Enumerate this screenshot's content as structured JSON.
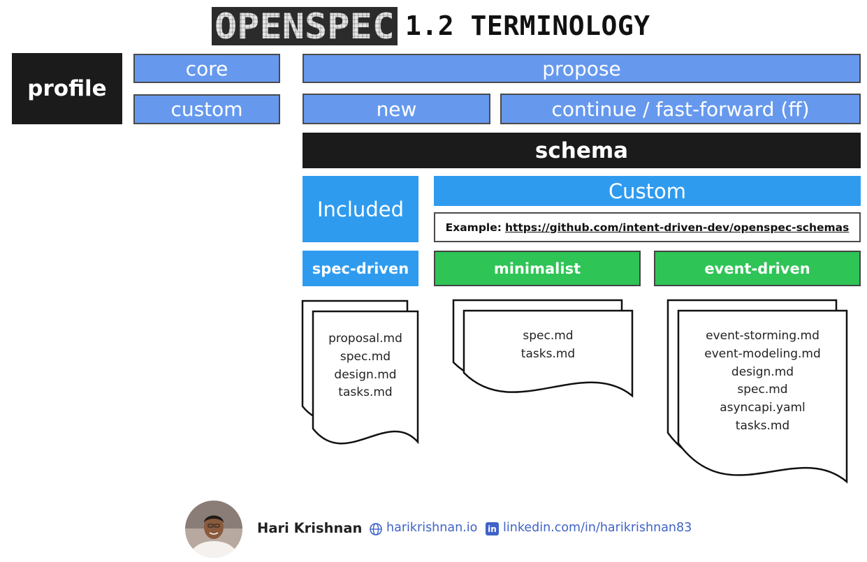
{
  "header": {
    "logo_text": "OPENSPEC",
    "title": "1.2 TERMINOLOGY"
  },
  "profile": {
    "label": "profile",
    "options": [
      "core",
      "custom"
    ]
  },
  "workflow": {
    "propose": "propose",
    "new": "new",
    "continue": "continue / fast-forward (ff)"
  },
  "schema": {
    "label": "schema",
    "included": "Included",
    "custom": "Custom",
    "example_prefix": "Example:",
    "example_link": "https://github.com/intent-driven-dev/openspec-schemas"
  },
  "schemas": [
    {
      "name": "spec-driven",
      "files": [
        "proposal.md",
        "spec.md",
        "design.md",
        "tasks.md"
      ]
    },
    {
      "name": "minimalist",
      "files": [
        "spec.md",
        "tasks.md"
      ]
    },
    {
      "name": "event-driven",
      "files": [
        "event-storming.md",
        "event-modeling.md",
        "design.md",
        "spec.md",
        "asyncapi.yaml",
        "tasks.md"
      ]
    }
  ],
  "footer": {
    "author": "Hari Krishnan",
    "website": "harikrishnan.io",
    "linkedin": "linkedin.com/in/harikrishnan83",
    "linkedin_icon": "in"
  },
  "colors": {
    "blue": "#6699ee",
    "sky": "#2f9bef",
    "green": "#2fc456",
    "black": "#1b1b1b",
    "link": "#3f63c7"
  },
  "icons": [
    "globe-icon",
    "linkedin-icon",
    "avatar-photo"
  ]
}
